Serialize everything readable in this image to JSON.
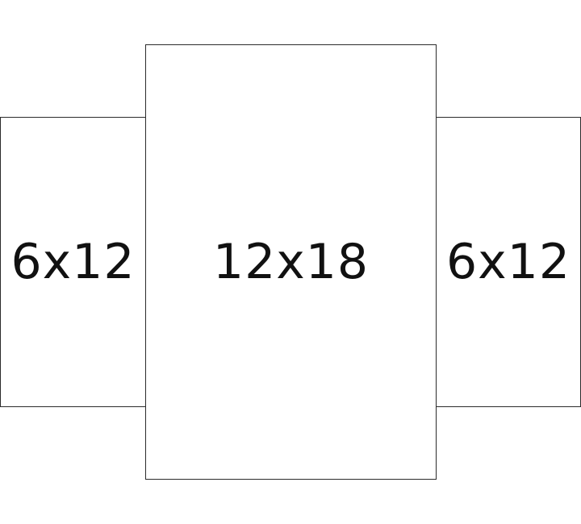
{
  "panels": {
    "left": {
      "label": "6x12"
    },
    "center": {
      "label": "12x18"
    },
    "right": {
      "label": "6x12"
    }
  },
  "colors": {
    "border": "#2b2b2b",
    "text": "#111111",
    "background": "#ffffff"
  }
}
